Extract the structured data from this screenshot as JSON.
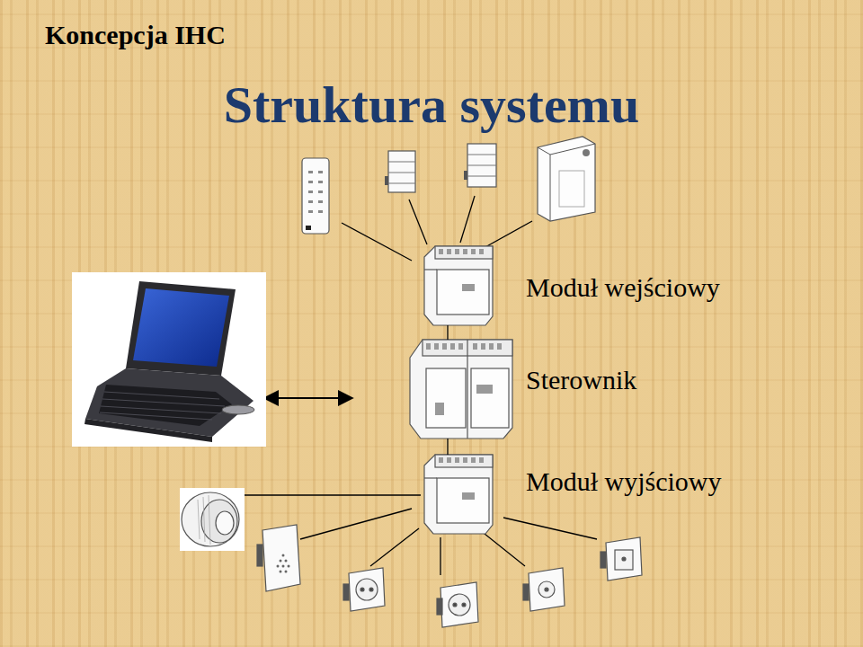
{
  "diagram": {
    "title": "Struktura systemu",
    "nodes": [
      {
        "text": [
          "Moduł wejściowy"
        ]
      },
      {
        "text": [
          "Sterownik"
        ]
      },
      {
        "text": [
          "Moduł wyjściowy"
        ]
      }
    ],
    "edges": [
      {
        "from": 0,
        "to": 1,
        "arrow": "none"
      },
      {
        "from": 1,
        "to": 2,
        "arrow": "none"
      }
    ],
    "labels": [
      "Koncepcja IHC"
    ]
  }
}
